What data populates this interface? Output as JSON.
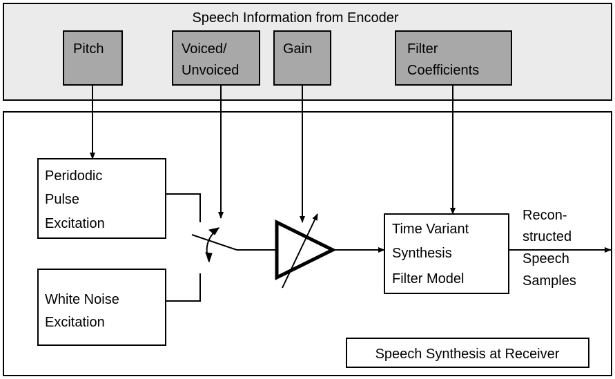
{
  "encoder_panel": {
    "title": "Speech Information from Encoder",
    "params": [
      {
        "id": "pitch",
        "lines": [
          "Pitch"
        ]
      },
      {
        "id": "voiced-unvoiced",
        "lines": [
          "Voiced/",
          "Unvoiced"
        ]
      },
      {
        "id": "gain",
        "lines": [
          "Gain"
        ]
      },
      {
        "id": "filter-coefficients",
        "lines": [
          "Filter",
          "Coefficients"
        ]
      }
    ]
  },
  "receiver_panel": {
    "caption": "Speech Synthesis at Receiver",
    "blocks": {
      "periodic_excitation": [
        "Peridodic",
        "Pulse",
        "Excitation"
      ],
      "noise_excitation": [
        "White Noise",
        "Excitation"
      ],
      "synthesis_filter": [
        "Time Variant",
        "Synthesis",
        "Filter Model"
      ]
    },
    "output_label": [
      "Recon-",
      "structed",
      "Speech",
      "Samples"
    ]
  },
  "colors": {
    "encoder_panel_fill": "#ebebeb",
    "param_box_fill": "#a8a8a8",
    "line": "#000000"
  }
}
